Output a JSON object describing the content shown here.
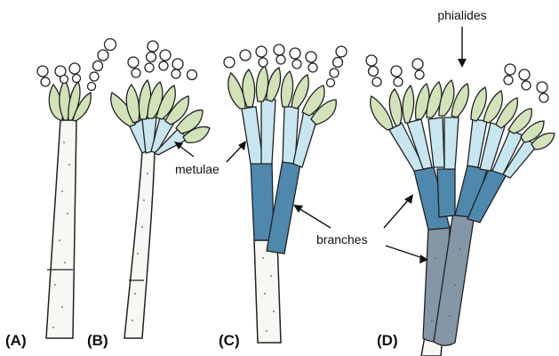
{
  "figure": {
    "panels": [
      "(A)",
      "(B)",
      "(C)",
      "(D)"
    ],
    "labels": {
      "phialides": "phialides",
      "metulae": "metulae",
      "branches": "branches"
    },
    "colors": {
      "phialide_fill": "#d3e3b9",
      "metula_fill": "#c8e6f0",
      "branch_fill": "#4f88ad",
      "lower_branch_fill": "#8596a6",
      "stipe_fill": "#f7f7f3",
      "conidium_fill": "#ffffff"
    }
  }
}
